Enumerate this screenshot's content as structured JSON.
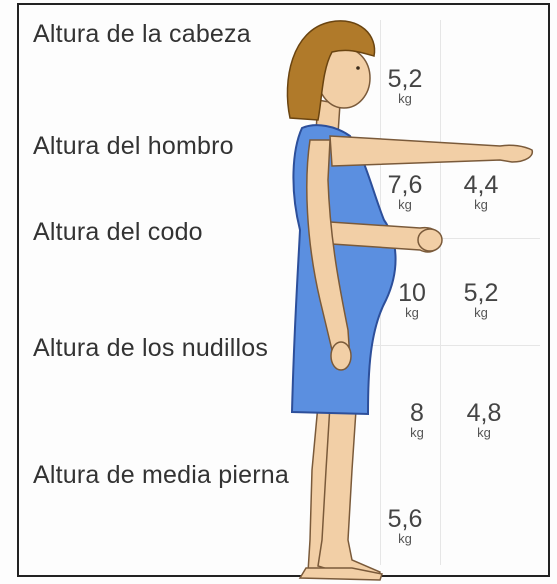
{
  "levels": {
    "head": "Altura de la cabeza",
    "shoulder": "Altura del hombro",
    "elbow": "Altura del codo",
    "knuckles": "Altura de los nudillos",
    "mid_leg": "Altura de media pierna"
  },
  "values": {
    "head_close": {
      "num": "5,2",
      "unit": "kg"
    },
    "shoulder_close": {
      "num": "7,6",
      "unit": "kg"
    },
    "shoulder_far": {
      "num": "4,4",
      "unit": "kg"
    },
    "elbow_close": {
      "num": "10",
      "unit": "kg"
    },
    "elbow_far": {
      "num": "5,2",
      "unit": "kg"
    },
    "knuckles_close": {
      "num": "8",
      "unit": "kg"
    },
    "knuckles_far": {
      "num": "4,8",
      "unit": "kg"
    },
    "mid_leg_close": {
      "num": "5,6",
      "unit": "kg"
    }
  },
  "colors": {
    "skin": "#f2cfa6",
    "skin_outline": "#7a5a3a",
    "hair": "#b07a2a",
    "dress": "#5b8fe0",
    "dress_outline": "#2d4f9a"
  }
}
